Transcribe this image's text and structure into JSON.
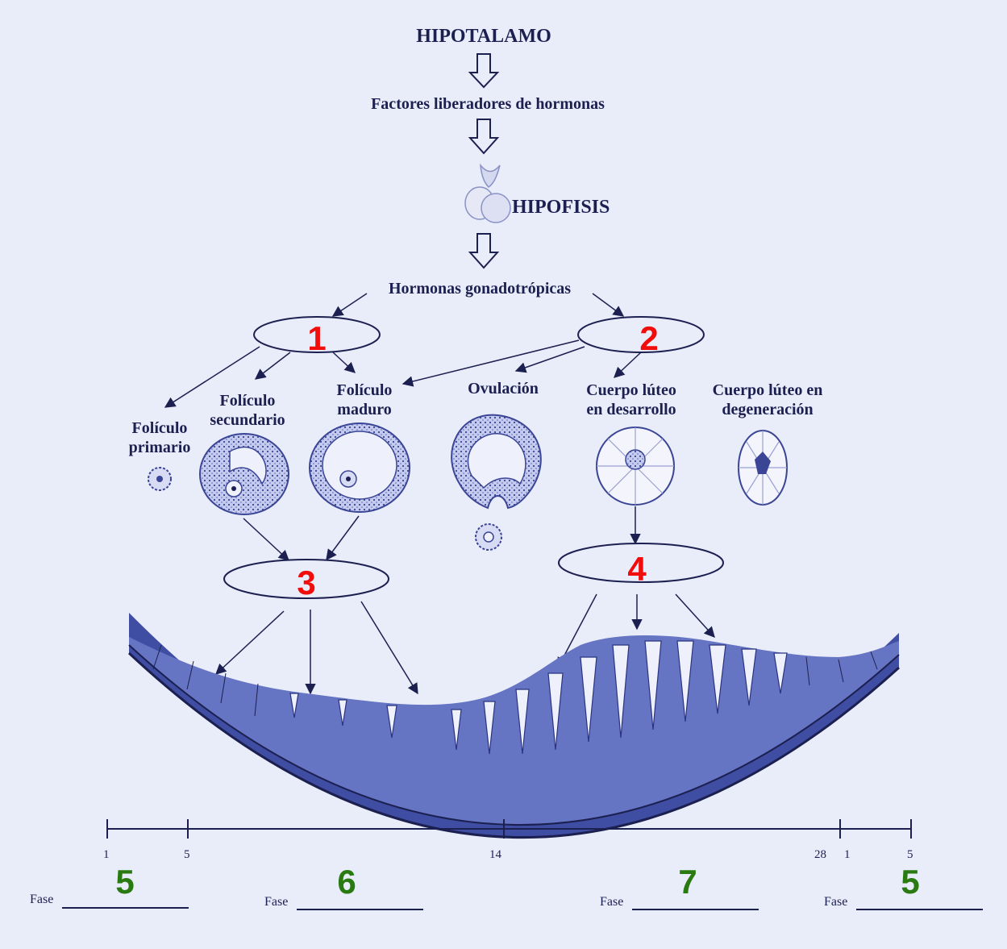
{
  "title": "HIPOTALAMO",
  "step_releasing_factors": "Factores liberadores de hormonas",
  "hypophysis": "HIPOFISIS",
  "gonadotropic": "Hormonas gonadotrópicas",
  "blanks": {
    "b1": "1",
    "b2": "2",
    "b3": "3",
    "b4": "4"
  },
  "follicles": {
    "primary": [
      "Folículo",
      "primario"
    ],
    "secondary": [
      "Folículo",
      "secundario"
    ],
    "mature": [
      "Folículo",
      "maduro"
    ],
    "ovulation": "Ovulación",
    "corpus_dev": [
      "Cuerpo lúteo",
      "en desarrollo"
    ],
    "corpus_deg": [
      "Cuerpo lúteo en",
      "degeneración"
    ]
  },
  "timeline": {
    "ticks": [
      "1",
      "5",
      "14",
      "28",
      "1",
      "5"
    ],
    "phase_label": "Fase",
    "phase_numbers": [
      "5",
      "6",
      "7",
      "5"
    ]
  },
  "colors": {
    "ink": "#1c2050",
    "red": "#f20d0d",
    "green": "#2a7a12",
    "tissue": "#5766b8"
  }
}
